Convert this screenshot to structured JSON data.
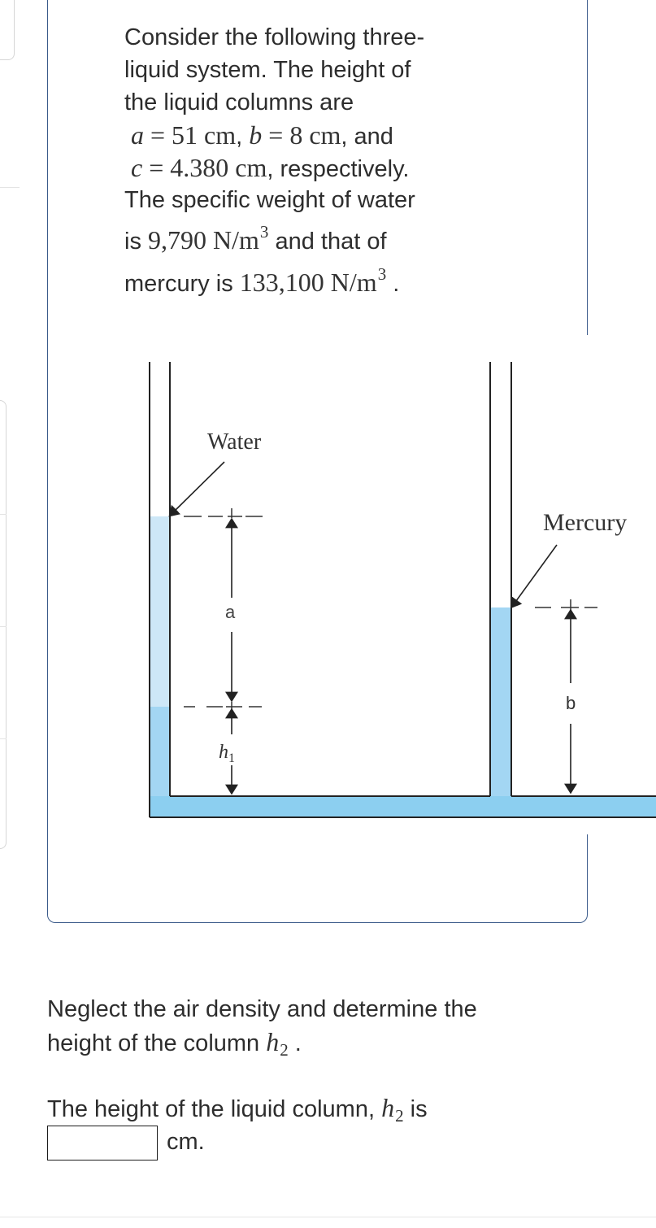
{
  "problem": {
    "line1": "Consider the following three-",
    "line2": "liquid system. The height of",
    "line3": "the liquid columns are",
    "var_a": "a",
    "eq": "=",
    "val_a": "51 cm",
    "comma": ",",
    "var_b": "b",
    "val_b": "8 cm",
    "and_text": ", and",
    "var_c": "c",
    "val_c": "4.380 cm",
    "respectively": ", respectively.",
    "line6": "The specific weight of water",
    "is_text": "is",
    "water_value": "9,790 N/m",
    "exp": "3",
    "and_that_of": "and that of",
    "mercury_is": "mercury is",
    "mercury_value": "133,100 N/m",
    "period": "."
  },
  "figure": {
    "water_label": "Water",
    "mercury_label": "Mercury",
    "label_a": "a",
    "label_b": "b",
    "label_h1_base": "h",
    "label_h1_sub": "1",
    "colors": {
      "water": "#cde7f7",
      "mercury": "#a3d6f3",
      "pipe": "#8ccff0",
      "wall": "#222222"
    }
  },
  "question": {
    "line1": "Neglect the air density and determine the",
    "line2": "height of the column",
    "h_base": "h",
    "h_sub": "2",
    "end_period": ".",
    "answer_prompt": "The height of the liquid column,",
    "is_text": "is",
    "unit": "cm."
  }
}
